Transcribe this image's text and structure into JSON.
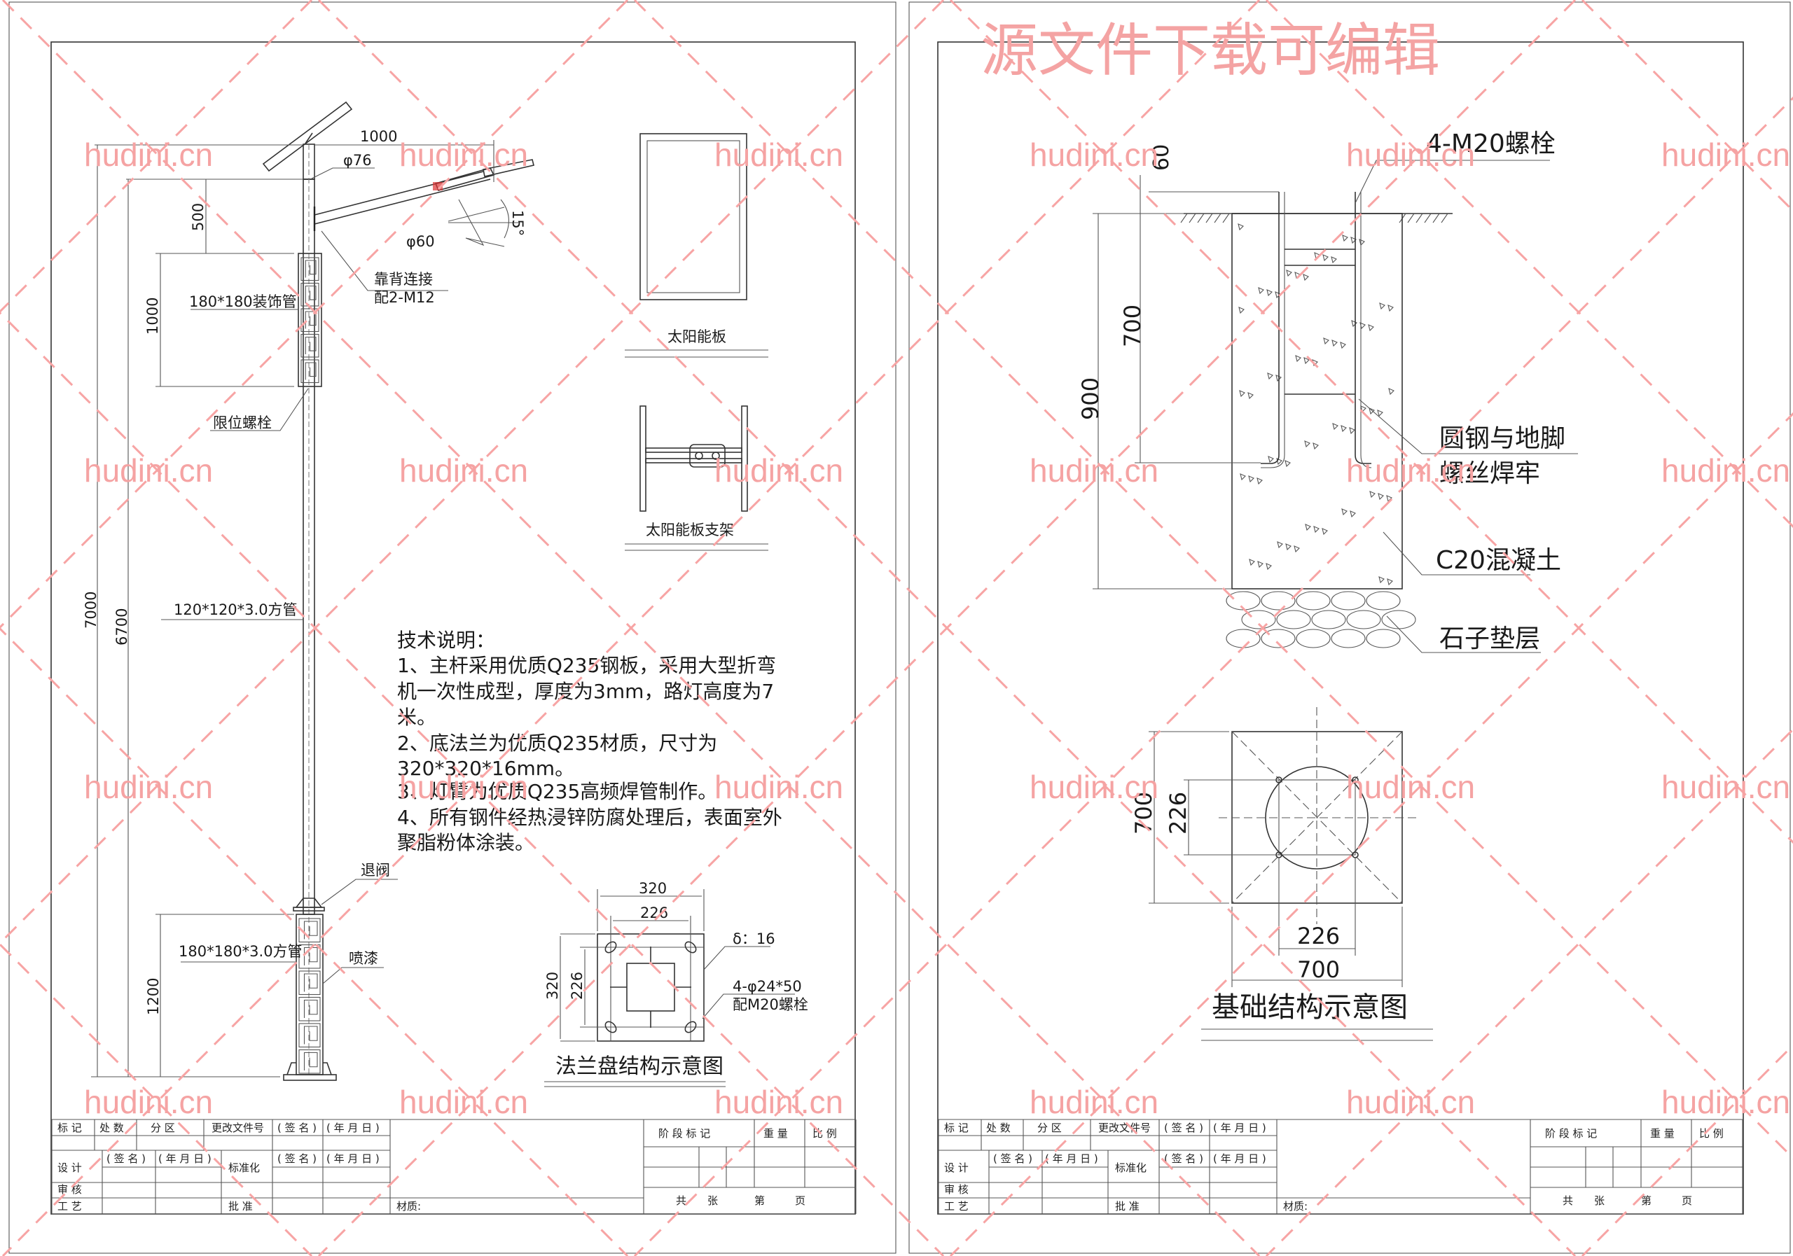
{
  "watermark": {
    "site": "hudini.cn",
    "banner": "源文件下载可编辑",
    "color": "#f4a3a3"
  },
  "left_sheet": {
    "pole": {
      "arm_length": "1000",
      "top_tube_dia": "φ76",
      "arm_dia": "φ60",
      "arm_angle": "15°",
      "dim_500": "500",
      "dim_1000": "1000",
      "deco_tube": "180*180装饰管",
      "back_conn_1": "靠背连接",
      "back_conn_2": "配2-M12",
      "limit_bolt": "限位螺栓",
      "total_height": "7000",
      "pole_height": "6700",
      "main_tube": "120*120*3.0方管",
      "reducer": "退阀",
      "base_tube": "180*180*3.0方管",
      "paint": "喷漆",
      "base_height": "1200"
    },
    "solar_panel_label": "太阳能板",
    "solar_bracket_label": "太阳能板支架",
    "tech_notes": {
      "title": "技术说明：",
      "lines": [
        "1、主杆采用优质Q235钢板，采用大型折弯",
        "机一次性成型，厚度为3mm，路灯高度为7",
        "米。",
        "2、底法兰为优质Q235材质，尺寸为",
        "320*320*16mm。",
        "3、灯臂为优质Q235高频焊管制作。",
        "4、所有钢件经热浸锌防腐处理后，表面室外",
        "聚脂粉体涂装。"
      ]
    },
    "flange": {
      "outer_w": "320",
      "inner_w": "226",
      "outer_h": "320",
      "inner_h": "226",
      "thickness": "δ：16",
      "holes": "4-φ24*50",
      "bolts": "配M20螺栓",
      "title": "法兰盘结构示意图"
    }
  },
  "right_sheet": {
    "foundation": {
      "dim_60": "60",
      "bolts": "4-M20螺栓",
      "dim_700": "700",
      "dim_900": "900",
      "weld_1": "圆钢与地脚",
      "weld_2": "螺丝焊牢",
      "concrete": "C20混凝土",
      "gravel": "石子垫层",
      "plan_700_v": "700",
      "plan_226_v": "226",
      "plan_226_h": "226",
      "plan_700_h": "700",
      "title": "基础结构示意图"
    }
  },
  "title_block": {
    "mark": "标 记",
    "count": "处 数",
    "zone": "分 区",
    "change_doc": "更改文件号",
    "sign": "( 签 名 )",
    "date": "( 年 月 日 )",
    "design": "设 计",
    "standard": "标准化",
    "review": "审 核",
    "process": "工 艺",
    "approve": "批 准",
    "material": "材质:",
    "stage": "阶 段 标 记",
    "weight": "重 量",
    "scale": "比 例",
    "total": "共",
    "sheets": "张",
    "no": "第",
    "page": "页"
  }
}
